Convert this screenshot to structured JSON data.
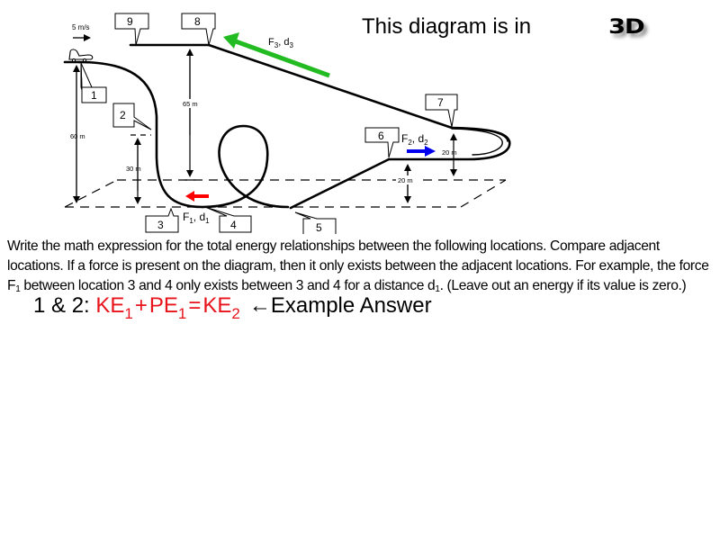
{
  "header": {
    "title": "This diagram is in",
    "badge": "3D"
  },
  "diagram": {
    "initial_speed": "5 m/s",
    "locations": [
      {
        "id": "1",
        "label": "1"
      },
      {
        "id": "2",
        "label": "2"
      },
      {
        "id": "3",
        "label": "3"
      },
      {
        "id": "4",
        "label": "4"
      },
      {
        "id": "5",
        "label": "5"
      },
      {
        "id": "6",
        "label": "6"
      },
      {
        "id": "7",
        "label": "7"
      },
      {
        "id": "8",
        "label": "8"
      },
      {
        "id": "9",
        "label": "9"
      }
    ],
    "heights": {
      "h1": "60 m",
      "h2": "30 m",
      "h8": "65 m",
      "h6": "20 m",
      "h7": "20 m"
    },
    "forces": [
      {
        "name": "F",
        "sub": "1",
        "dist": "d",
        "dsub": "1",
        "color": "#ff0000",
        "direction": "left"
      },
      {
        "name": "F",
        "sub": "2",
        "dist": "d",
        "dsub": "2",
        "color": "#0000ee",
        "direction": "right"
      },
      {
        "name": "F",
        "sub": "3",
        "dist": "d",
        "dsub": "3",
        "color": "#22bb22",
        "direction": "up-left"
      }
    ],
    "colors": {
      "track": "#000000",
      "force1": "#ff0000",
      "force2": "#0000ee",
      "force3": "#22bb22"
    }
  },
  "instructions": {
    "line1": "Write the math expression for the total energy relationships between the following locations. Compare adjacent locations.  If a force is present on the diagram, then it only exists between the adjacent locations. For example, the force ",
    "f_sym": "F",
    "f_sub": "1",
    "line2": " between location 3 and 4 only exists between 3 and 4 for a distance ",
    "d_sym": "d",
    "d_sub": "1",
    "line3": ". (Leave out an energy if its value is zero.)"
  },
  "example": {
    "prefix": "1 & 2: ",
    "term1": "KE",
    "term1_sub": "1",
    "plus": "+",
    "term2": "PE",
    "term2_sub": "1",
    "equals": "=",
    "term3": "KE",
    "term3_sub": "2",
    "arrow": "←",
    "suffix": "Example Answer"
  }
}
